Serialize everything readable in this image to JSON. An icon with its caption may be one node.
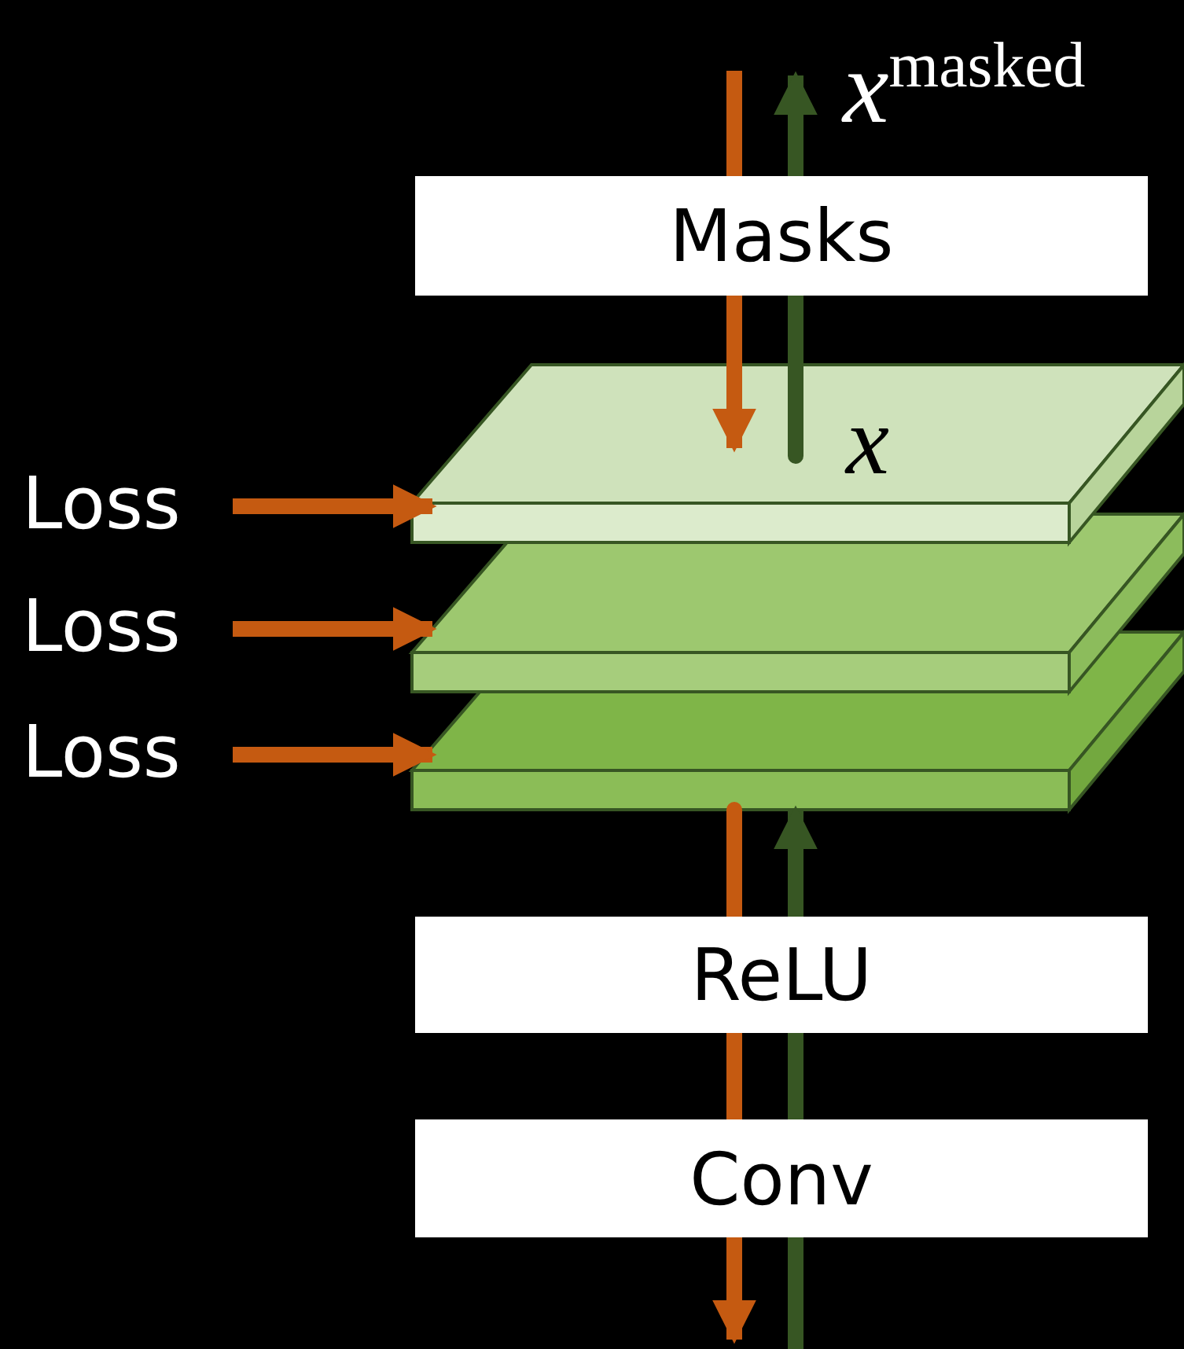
{
  "diagram": {
    "nodes": [
      {
        "text": [
          "Masks"
        ]
      },
      {
        "text": [],
        "shape": "box"
      },
      {
        "text": [],
        "shape": "box"
      },
      {
        "text": [],
        "shape": "box"
      },
      {
        "text": [
          "Loss"
        ]
      },
      {
        "text": [
          "Loss"
        ]
      },
      {
        "text": [
          "Loss"
        ]
      },
      {
        "text": [
          "ReLU"
        ]
      },
      {
        "text": [
          "Conv"
        ]
      }
    ],
    "edges": [
      {
        "from": null,
        "to": 0,
        "arrow": "none"
      },
      {
        "from": 0,
        "to": 1,
        "arrow": "to"
      },
      {
        "from": 1,
        "to": 0,
        "arrow": "none",
        "color": "#375623"
      },
      {
        "from": 0,
        "to": null,
        "arrow": "to",
        "color": "#375623"
      },
      {
        "from": 4,
        "to": 1,
        "arrow": "to"
      },
      {
        "from": 5,
        "to": 2,
        "arrow": "to"
      },
      {
        "from": 6,
        "to": 3,
        "arrow": "to"
      },
      {
        "from": 3,
        "to": 7,
        "arrow": "none"
      },
      {
        "from": 7,
        "to": 8,
        "arrow": "none"
      },
      {
        "from": 8,
        "to": null,
        "arrow": "to"
      },
      {
        "from": null,
        "to": 8,
        "arrow": "none",
        "color": "#375623"
      },
      {
        "from": 8,
        "to": 7,
        "arrow": "none",
        "color": "#375623"
      },
      {
        "from": 7,
        "to": 3,
        "arrow": "to",
        "color": "#375623"
      }
    ],
    "labels": [
      "x$^{masked}$",
      "x"
    ]
  }
}
